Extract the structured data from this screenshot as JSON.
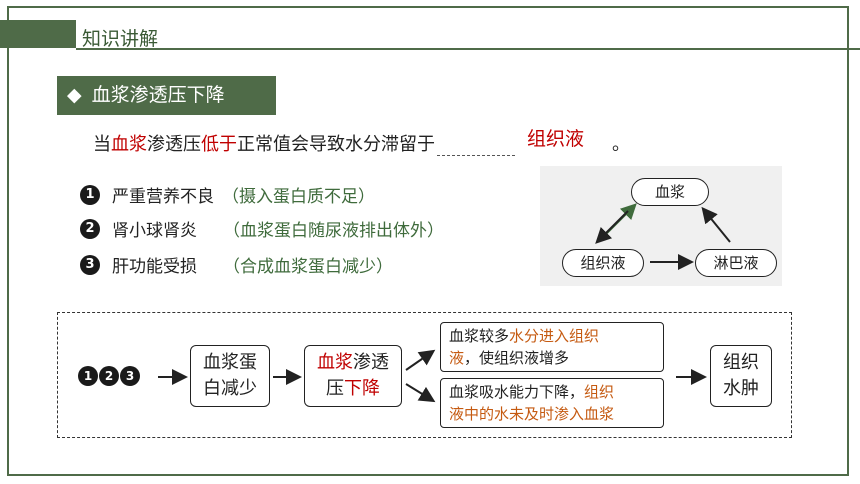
{
  "header": {
    "title": "知识讲解"
  },
  "section": {
    "diamond": "◆",
    "title": "血浆渗透压下降"
  },
  "sentence": {
    "p1": "当",
    "p2": "血浆",
    "p3": "渗透压",
    "p4": "低于",
    "p5": "正常值会导致水分滞留于",
    "answer": "组织液",
    "end": "。"
  },
  "causes": [
    {
      "num": "1",
      "label": "严重营养不良",
      "detail": "（摄入蛋白质不足）"
    },
    {
      "num": "2",
      "label": "肾小球肾炎",
      "detail": "（血浆蛋白随尿液排出体外）"
    },
    {
      "num": "3",
      "label": "肝功能受损",
      "detail": "（合成血浆蛋白减少）"
    }
  ],
  "diagram": {
    "plasma": "血浆",
    "tissue": "组织液",
    "lymph": "淋巴液"
  },
  "flow": {
    "nums": [
      "1",
      "2",
      "3"
    ],
    "step1": [
      "血浆蛋",
      "白减少"
    ],
    "step2a": "血浆",
    "step2b": "渗透",
    "step2c": "压",
    "step2d": "下降",
    "upper_a": "血浆较多",
    "upper_b": "水分进入组织",
    "upper_c": "液",
    "upper_d": "，使组织液增多",
    "lower_a": "血浆吸水能力下降，",
    "lower_b": "组织",
    "lower_c": "液中的水未及时渗入血浆",
    "result": [
      "组织",
      "水肿"
    ]
  },
  "colors": {
    "accent": "#4f6b48",
    "red": "#c00000",
    "orange": "#c55a11",
    "green_text": "#3f6b3c"
  }
}
